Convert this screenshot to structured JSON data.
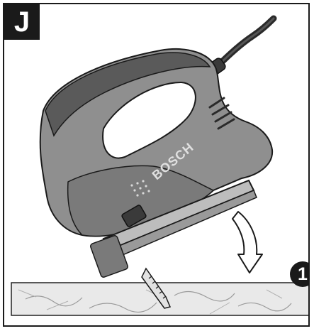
{
  "figure": {
    "panel_label": "J",
    "callout_number": "1",
    "brand_text": "BOSCH",
    "icons": [
      "jigsaw-illustration",
      "workpiece-board",
      "curved-arrow"
    ],
    "colors": {
      "ink": "#1a1a1a",
      "tool_body": "#8f8f8f",
      "tool_dark": "#5a5a5a",
      "board": "#e6e6e6"
    }
  }
}
